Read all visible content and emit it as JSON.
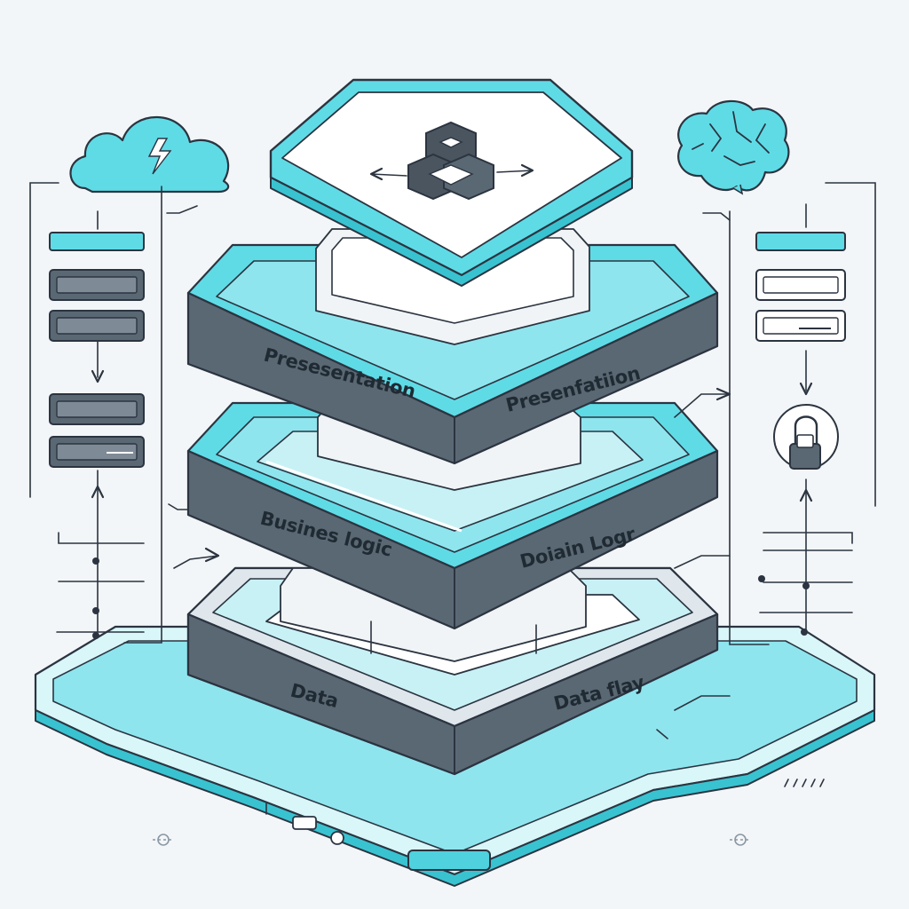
{
  "colors": {
    "background": "#f3f6f8",
    "accent_cyan": "#5fdbe6",
    "accent_cyan_dark": "#39c3d1",
    "slab_gray": "#5a6874",
    "slab_gray_dark": "#4a5560",
    "outline": "#2b3440",
    "white": "#ffffff"
  },
  "layers": {
    "top_left_label": "Presesentation",
    "top_right_label": "Presenfatiion",
    "middle_left_label": "Busines logic",
    "middle_right_label": "Doiain Logr",
    "bottom_left_label": "Data",
    "bottom_right_label": "Data flay"
  },
  "icons": {
    "cloud": "cloud-lightning-icon",
    "brain": "brain-icon",
    "cube": "module-cube-icon",
    "lock": "padlock-icon"
  }
}
